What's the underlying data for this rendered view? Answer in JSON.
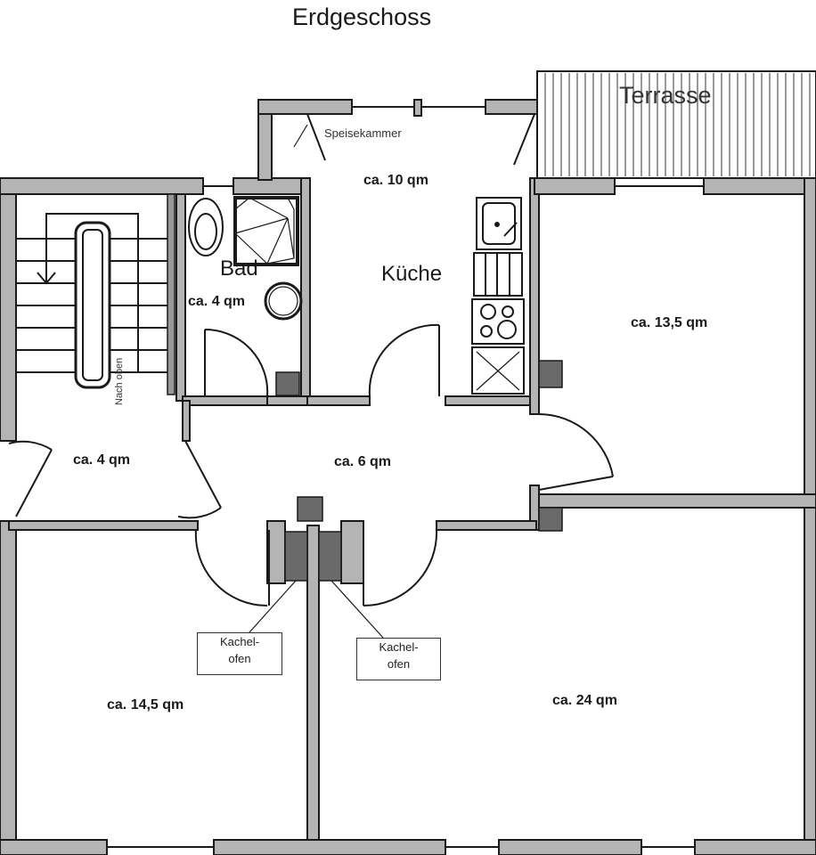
{
  "title": "Erdgeschoss",
  "terrace": "Terrasse",
  "pantry": "Speisekammer",
  "stairs_label": "Nach oben",
  "rooms": {
    "kitchen": {
      "name": "Küche",
      "area": "ca. 10 qm"
    },
    "bath": {
      "name": "Bad",
      "area": "ca. 4 qm"
    },
    "stairwell": {
      "area": "ca. 4 qm"
    },
    "hall": {
      "area": "ca. 6 qm"
    },
    "room_right_top": {
      "area": "ca. 13,5 qm"
    },
    "room_left_bottom": {
      "area": "ca. 14,5 qm"
    },
    "room_right_bottom": {
      "area": "ca. 24 qm"
    }
  },
  "stoves": [
    {
      "line1": "Kachel-",
      "line2": "ofen"
    },
    {
      "line1": "Kachel-",
      "line2": "ofen"
    }
  ]
}
